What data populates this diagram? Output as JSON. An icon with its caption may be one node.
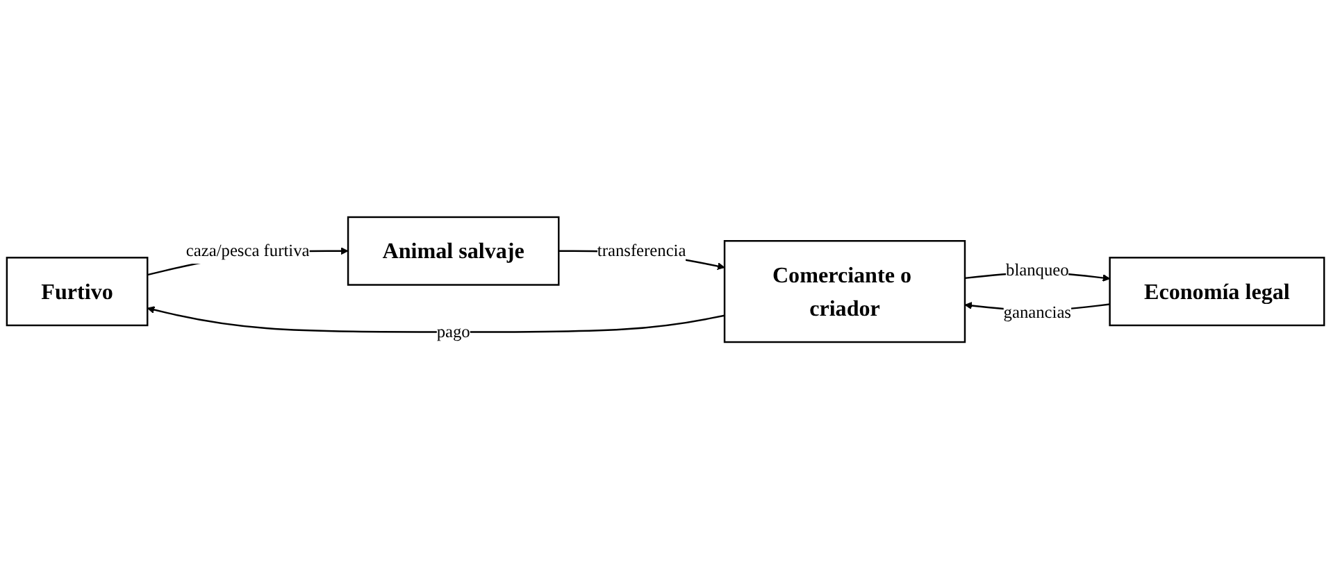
{
  "diagram": {
    "nodes": [
      {
        "text": [
          "Furtivo"
        ]
      },
      {
        "text": [
          "Animal salvaje"
        ]
      },
      {
        "text": [
          "Comerciante o criador"
        ]
      },
      {
        "text": [
          "Economía legal"
        ]
      }
    ],
    "edges": [
      {
        "from": 2,
        "to": 0,
        "label": "pago",
        "arrow": "to"
      },
      {
        "from": 0,
        "to": 1,
        "label": "caza/pesca furtiva",
        "arrow": "to"
      },
      {
        "from": 1,
        "to": 2,
        "label": "transferencia",
        "arrow": "to"
      },
      {
        "from": 3,
        "to": 2,
        "label": "ganancias",
        "arrow": "to"
      },
      {
        "from": 2,
        "to": 3,
        "label": "blanqueo",
        "arrow": "to"
      }
    ]
  }
}
